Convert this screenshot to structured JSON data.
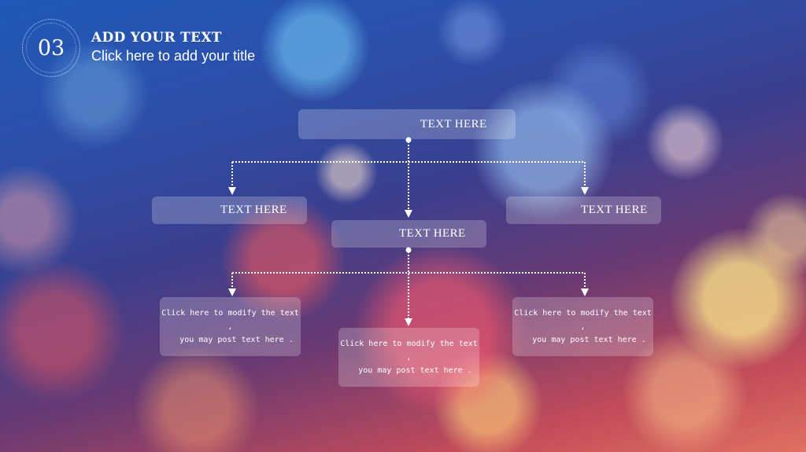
{
  "header": {
    "number": "03",
    "title": "ADD YOUR TEXT",
    "subtitle": "Click here to add your title"
  },
  "diagram": {
    "root_label": "TEXT HERE",
    "level2": [
      {
        "label": "TEXT HERE"
      },
      {
        "label": "TEXT HERE"
      },
      {
        "label": "TEXT HERE"
      }
    ],
    "notes": [
      {
        "line1": "Click here to modify the text ,",
        "line2": "you may post text here ."
      },
      {
        "line1": "Click here to modify the text ,",
        "line2": "you may post text here ."
      },
      {
        "line1": "Click here to modify the text ,",
        "line2": "you may post text here ."
      }
    ]
  },
  "colors": {
    "connector": "#ffffff",
    "box_fill": "rgba(255,255,255,0.22)"
  }
}
